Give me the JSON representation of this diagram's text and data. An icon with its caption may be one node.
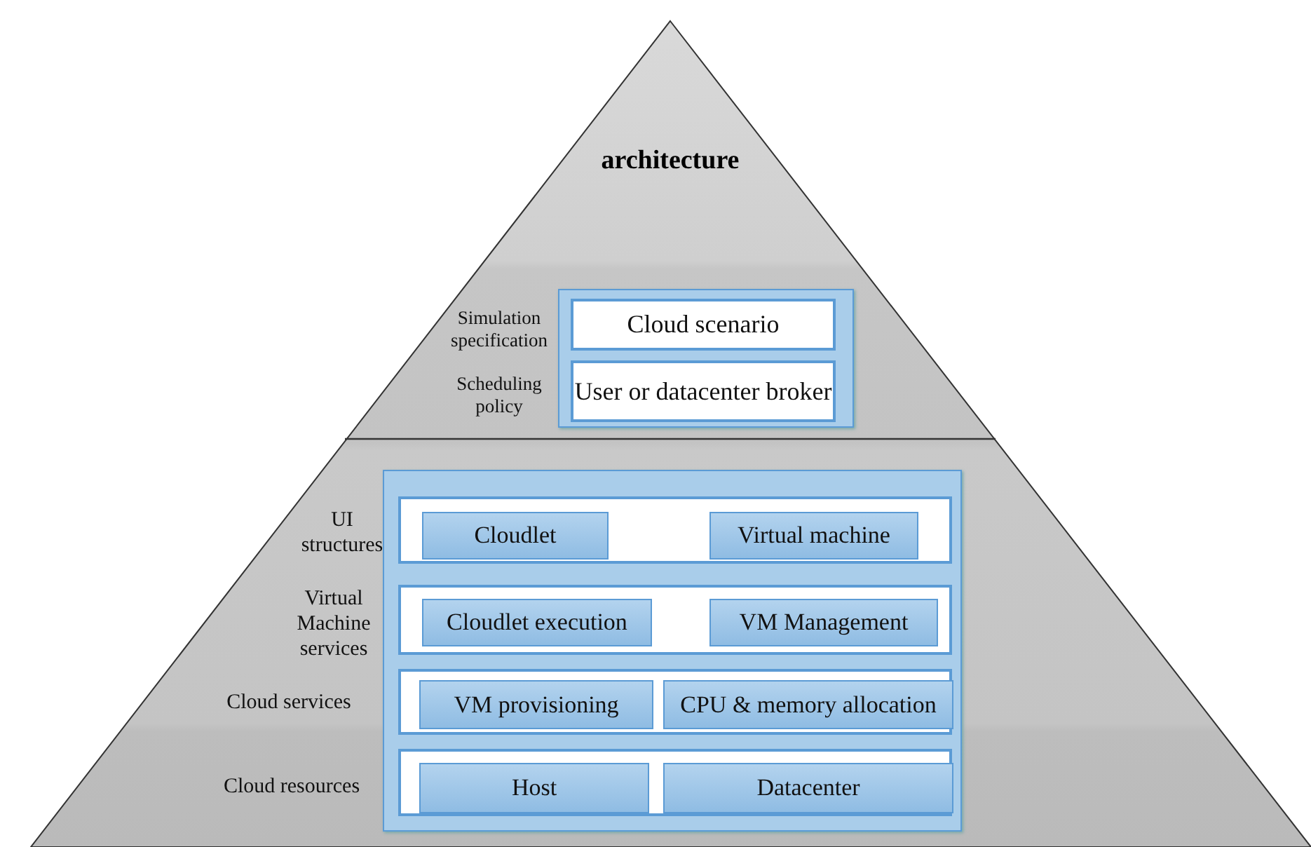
{
  "diagram": {
    "nodes": [
      {
        "text": [
          "architecture"
        ]
      },
      {
        "text": [],
        "shape": "box",
        "in": 0
      },
      {
        "text": [
          "Cloud scenario"
        ],
        "in": 1,
        "beside": [
          "Simulation specification"
        ]
      },
      {
        "text": [
          "User or datacenter broker"
        ],
        "in": 1,
        "beside": [
          "Scheduling policy"
        ]
      },
      {
        "text": [],
        "shape": "box",
        "in": 0
      },
      {
        "text": [],
        "shape": "box",
        "in": 4,
        "beside": [
          "UI structures"
        ]
      },
      {
        "text": [
          "Cloudlet"
        ],
        "in": 5
      },
      {
        "text": [
          "Virtual machine"
        ],
        "in": 5
      },
      {
        "text": [],
        "shape": "box",
        "in": 4,
        "beside": [
          "Virtual Machine services"
        ]
      },
      {
        "text": [
          "Cloudlet execution"
        ],
        "in": 8
      },
      {
        "text": [
          "VM Management"
        ],
        "in": 8
      },
      {
        "text": [],
        "shape": "box",
        "in": 4,
        "beside": [
          "Cloud services"
        ]
      },
      {
        "text": [
          "VM provisioning"
        ],
        "in": 11
      },
      {
        "text": [
          "CPU & memory allocation"
        ],
        "in": 11
      },
      {
        "text": [],
        "shape": "box",
        "in": 4,
        "beside": [
          "Cloud resources"
        ]
      },
      {
        "text": [
          "Host"
        ],
        "in": 14
      },
      {
        "text": [
          "Datacenter"
        ],
        "in": 14
      }
    ]
  }
}
